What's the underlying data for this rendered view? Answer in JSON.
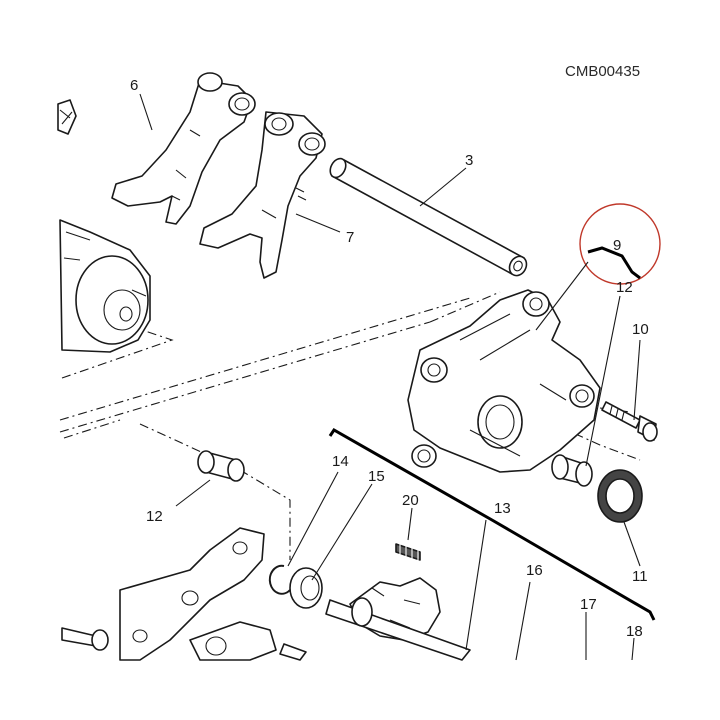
{
  "drawing_code": "CMB00435",
  "callouts": {
    "c3": "3",
    "c6": "6",
    "c7": "7",
    "c9": "9",
    "c10": "10",
    "c11": "11",
    "c12_top": "12",
    "c12_left": "12",
    "c13": "13",
    "c14": "14",
    "c15": "15",
    "c16": "16",
    "c17": "17",
    "c18": "18",
    "c20": "20"
  },
  "colors": {
    "line": "#1a1a1a",
    "highlight_circle": "#c0392b"
  }
}
